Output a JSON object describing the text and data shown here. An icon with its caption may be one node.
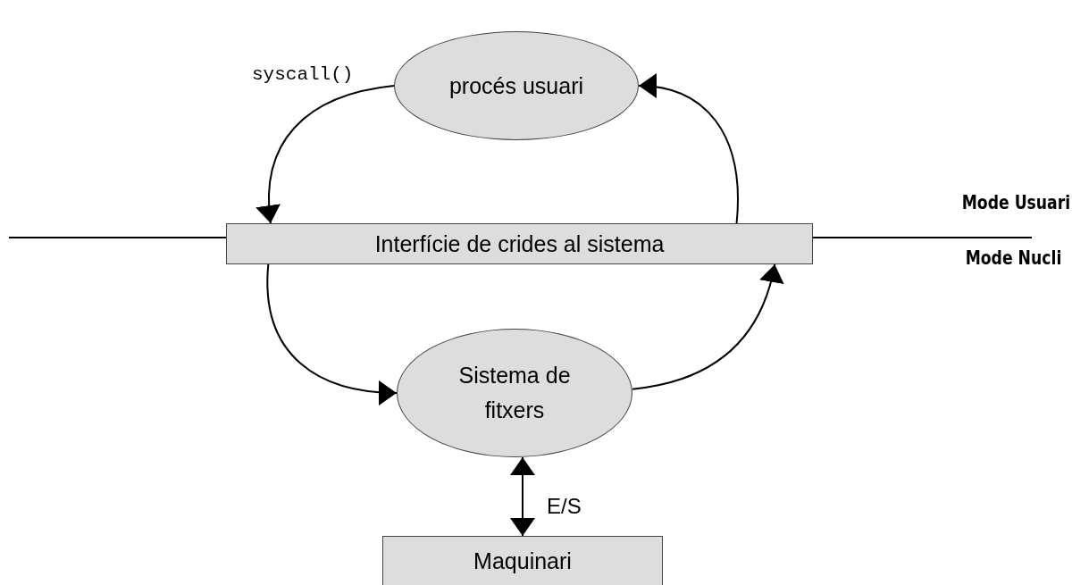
{
  "diagram": {
    "nodes": [
      {
        "text": [
          "procés usuari"
        ]
      },
      {
        "text": [
          "Interfície de crides al sistema"
        ]
      },
      {
        "text": [
          "Sistema de fitxers"
        ]
      },
      {
        "text": [
          "Maquinari"
        ]
      }
    ],
    "edges": [
      {
        "from": 0,
        "to": 1,
        "arrow": "to",
        "label": "syscall()"
      },
      {
        "from": 1,
        "to": 0,
        "arrow": "to"
      },
      {
        "from": 1,
        "to": 2,
        "arrow": "to"
      },
      {
        "from": 2,
        "to": 1,
        "arrow": "to"
      },
      {
        "from": 2,
        "to": 3,
        "arrow": "both",
        "label": "E/S"
      }
    ],
    "labels": [
      "Mode Usuari",
      "Mode Nucli"
    ]
  }
}
